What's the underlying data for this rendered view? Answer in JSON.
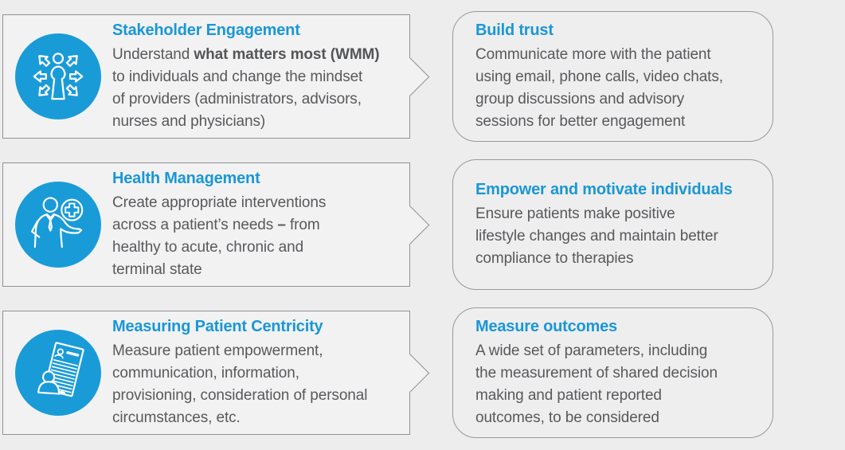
{
  "theme": {
    "page_background": "#ededee",
    "stage_box_fill": "#f2f2f3",
    "border_color": "#909295",
    "accent_blue": "#1a97d4",
    "icon_circle_blue": "#199bd8",
    "body_text_color": "#58595b"
  },
  "rows": [
    {
      "left": {
        "icon": "radiating-person-icon",
        "title": "Stakeholder Engagement",
        "body_lines": [
          "Understand **what matters most (WMM)**",
          "to individuals and change the mindset",
          "of providers (administrators, advisors,",
          "nurses and physicians)"
        ]
      },
      "right": {
        "title": "Build trust",
        "body_lines": [
          "Communicate more with the patient",
          "using email, phone calls, video chats,",
          "group discussions and advisory",
          "sessions for better engagement"
        ]
      }
    },
    {
      "left": {
        "icon": "doctor-plus-icon",
        "title": "Health Management",
        "body_lines": [
          "Create appropriate interventions",
          "across a patient’s needs **–** from",
          "healthy to acute, chronic and",
          "terminal state"
        ]
      },
      "right": {
        "title": "Empower and motivate individuals",
        "body_lines": [
          "Ensure patients make positive",
          "lifestyle changes and maintain better",
          "compliance to therapies"
        ]
      }
    },
    {
      "left": {
        "icon": "patient-record-icon",
        "title": "Measuring Patient Centricity",
        "body_lines": [
          "Measure patient empowerment,",
          "communication, information,",
          "provisioning, consideration of personal",
          "circumstances, etc."
        ]
      },
      "right": {
        "title": "Measure outcomes",
        "body_lines": [
          "A wide set of parameters, including",
          "the measurement of shared decision",
          "making and patient reported",
          "outcomes, to be considered"
        ]
      }
    }
  ]
}
